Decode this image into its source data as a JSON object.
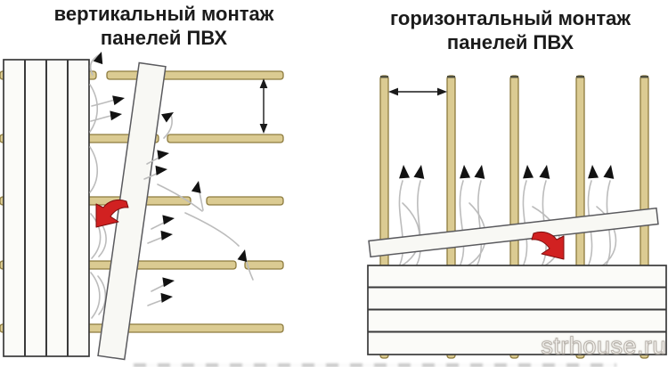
{
  "titles": {
    "left_line1": "вертикальный монтаж",
    "left_line2": "панелей ПВХ",
    "right_line1": "горизонтальный монтаж",
    "right_line2": "панелей ПВХ"
  },
  "watermark": {
    "text": "strhouse.ru"
  },
  "icons": {
    "airflow_arrow": "black-triangle-arrowhead",
    "red_arrow": "thick-red-curved-arrow",
    "spacing_arrow": "double-headed-measurement-arrow"
  },
  "colors": {
    "background": "#ffffff",
    "title_text": "#1b1b1b",
    "batten_fill": "#dbcb92",
    "batten_border": "#8d7b3e",
    "panel_fill": "#fbfbf8",
    "panel_border": "#3a3a3a",
    "tilted_panel_fill": "#f8f8f4",
    "tilted_panel_border": "#5a5a5e",
    "airflow_line": "#bcbcbc",
    "arrowhead_black": "#121212",
    "red_arrow": "#d12121",
    "watermark_text": "#f7f5f1"
  }
}
